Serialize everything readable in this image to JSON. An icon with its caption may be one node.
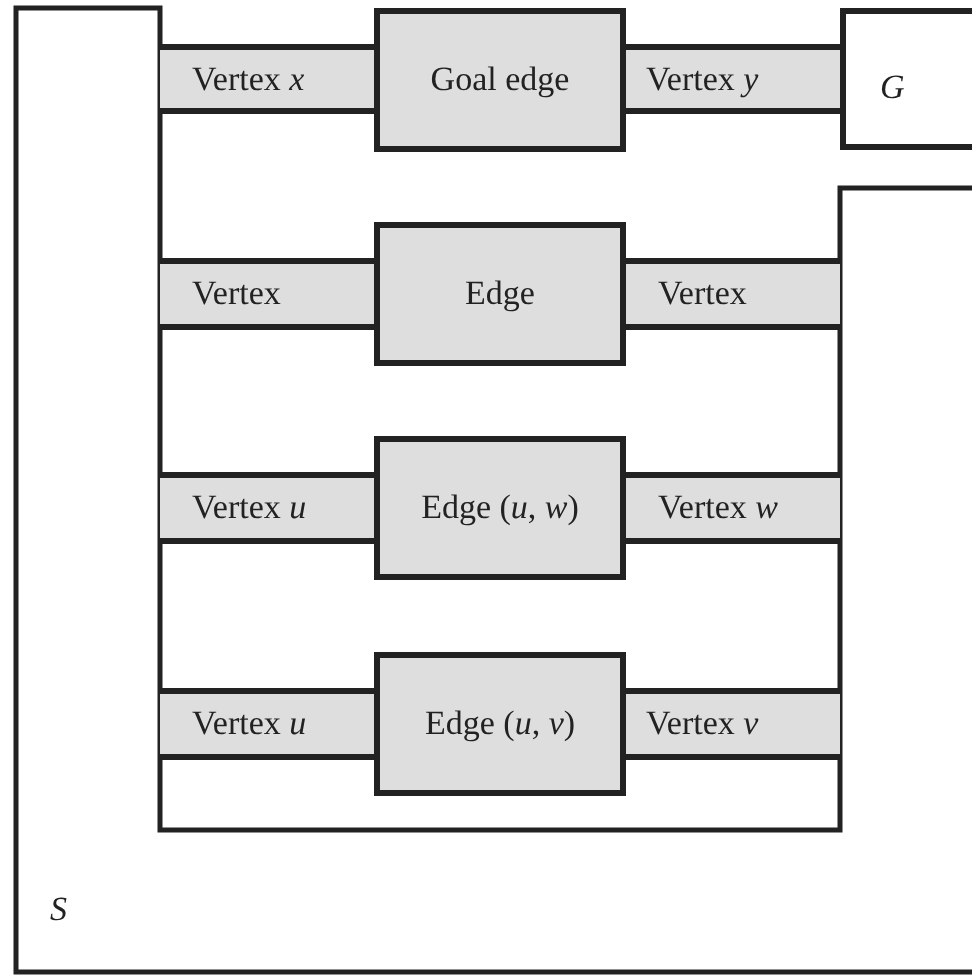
{
  "diagram": {
    "nodes": [
      {
        "text": [
          "S"
        ]
      },
      {
        "text": [
          "Vertex *x*"
        ]
      },
      {
        "text": [
          "Goal edge"
        ]
      },
      {
        "text": [
          "Vertex *y*"
        ]
      },
      {
        "text": [
          "G"
        ]
      },
      {
        "text": [
          "Vertex"
        ]
      },
      {
        "text": [
          "Edge"
        ]
      },
      {
        "text": [
          "Vertex"
        ]
      },
      {
        "text": [
          "Vertex *u*"
        ]
      },
      {
        "text": [
          "Edge (*u*, *w*)"
        ]
      },
      {
        "text": [
          "Vertex *w*"
        ]
      },
      {
        "text": [
          "Vertex *u*"
        ]
      },
      {
        "text": [
          "Edge (*u*, *v*)"
        ]
      },
      {
        "text": [
          "Vertex *v*"
        ]
      }
    ]
  }
}
